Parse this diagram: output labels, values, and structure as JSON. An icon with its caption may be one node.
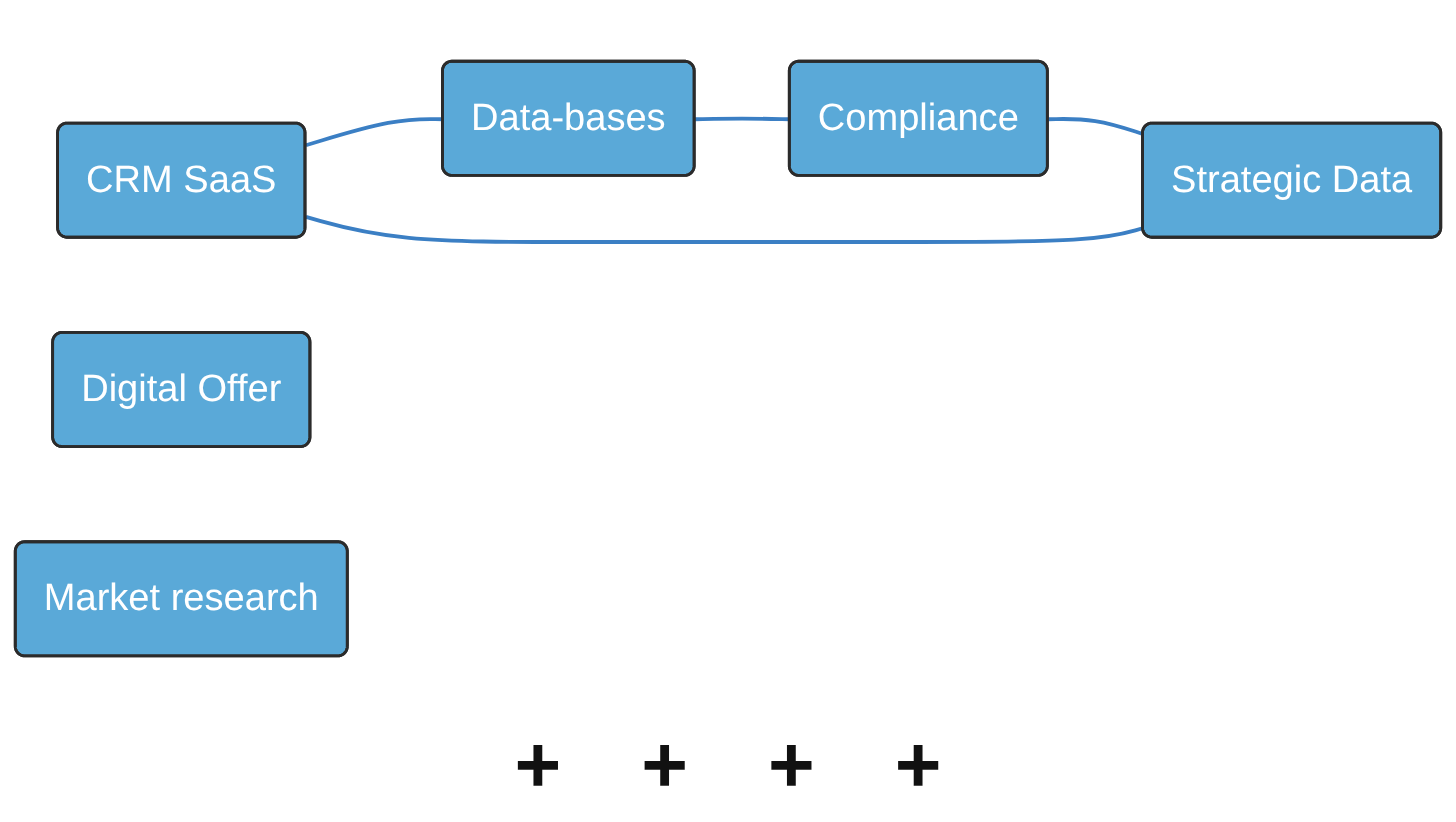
{
  "diagram": {
    "nodes": [
      {
        "text": [
          "CRM SaaS"
        ]
      },
      {
        "text": [
          "Digital Offer"
        ]
      },
      {
        "text": [
          "Data-bases"
        ]
      },
      {
        "text": [
          "Strategic Data"
        ]
      },
      {
        "text": [
          "Market research"
        ]
      },
      {
        "text": [
          "Compliance"
        ]
      }
    ],
    "edges": [
      {
        "from": 0,
        "to": 2,
        "arrow": "none",
        "color": "#3b7fc4"
      },
      {
        "from": 2,
        "to": 5,
        "arrow": "none",
        "color": "#3b7fc4"
      },
      {
        "from": 5,
        "to": 3,
        "arrow": "none",
        "color": "#3b7fc4"
      },
      {
        "from": 3,
        "to": 0,
        "arrow": "none",
        "color": "#3b7fc4"
      }
    ],
    "labels": [
      "+",
      "+",
      "+",
      "+"
    ]
  }
}
